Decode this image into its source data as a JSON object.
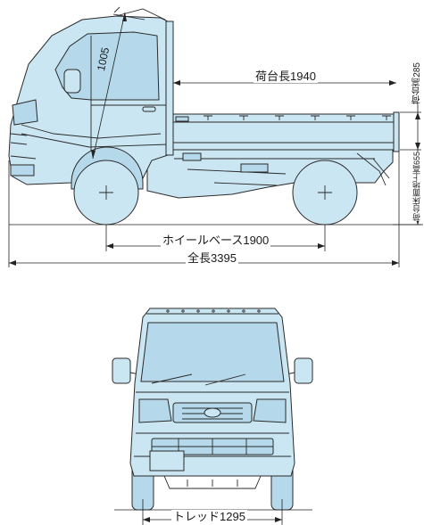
{
  "colors": {
    "body_fill": "#cbe6f3",
    "line": "#2a2a2a",
    "background": "#ffffff"
  },
  "side_view": {
    "labels": {
      "cab_height": "1005",
      "bed_length": "荷台長1940",
      "bed_height": "荷台高285",
      "floor_height": "荷台床面地上高655",
      "wheelbase": "ホイールベース1900",
      "overall_length": "全長3395"
    }
  },
  "front_view": {
    "labels": {
      "tread": "トレッド1295"
    }
  }
}
